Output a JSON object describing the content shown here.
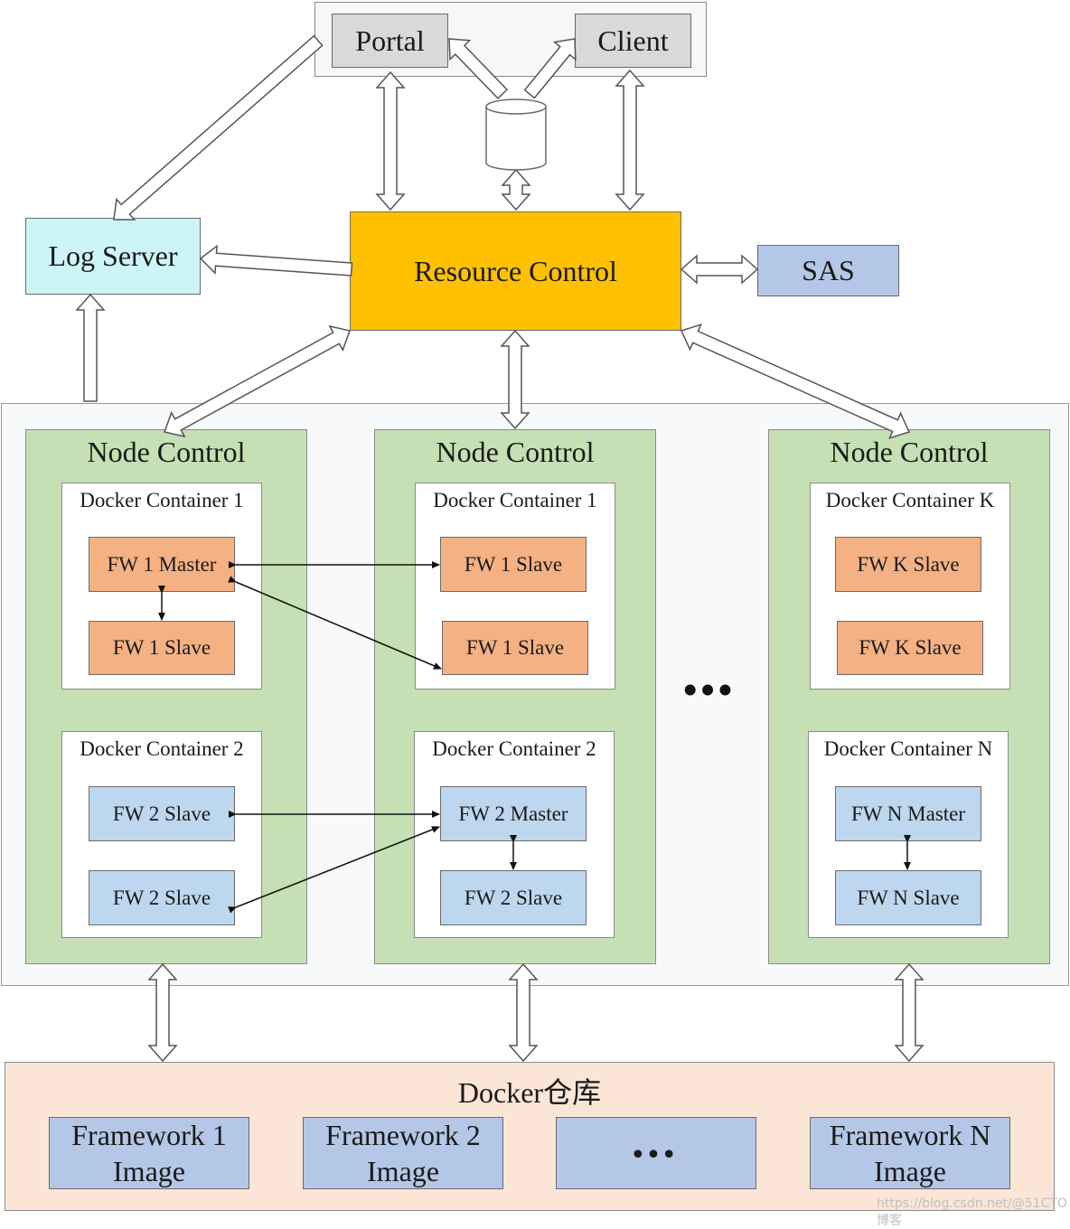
{
  "top": {
    "portal": "Portal",
    "client": "Client"
  },
  "log_server": "Log Server",
  "resource_control": "Resource Control",
  "sas": "SAS",
  "nodes": [
    {
      "title": "Node Control",
      "containers": [
        {
          "title": "Docker Container 1",
          "items": [
            "FW 1 Master",
            "FW 1 Slave"
          ]
        },
        {
          "title": "Docker Container 2",
          "items": [
            "FW 2 Slave",
            "FW 2 Slave"
          ]
        }
      ]
    },
    {
      "title": "Node Control",
      "containers": [
        {
          "title": "Docker Container 1",
          "items": [
            "FW 1 Slave",
            "FW 1 Slave"
          ]
        },
        {
          "title": "Docker Container 2",
          "items": [
            "FW 2 Master",
            "FW 2 Slave"
          ]
        }
      ]
    },
    {
      "title": "Node Control",
      "containers": [
        {
          "title": "Docker Container K",
          "items": [
            "FW K Slave",
            "FW K Slave"
          ]
        },
        {
          "title": "Docker Container N",
          "items": [
            "FW N Master",
            "FW N Slave"
          ]
        }
      ]
    }
  ],
  "ellipsis": "•••",
  "repo": {
    "title": "Docker仓库",
    "images": [
      {
        "line1": "Framework 1",
        "line2": "Image"
      },
      {
        "line1": "Framework 2",
        "line2": "Image"
      },
      {
        "line1": "•••",
        "line2": ""
      },
      {
        "line1": "Framework N",
        "line2": "Image"
      }
    ]
  },
  "watermark": "https://blog.csdn.net/@51CTO博客",
  "colors": {
    "resource_control": "#ffc000",
    "log_server": "#ccf5f7",
    "sas": "#b4c7e7",
    "node_control": "#c5e0b4",
    "master_slave_group1": "#f4b183",
    "master_slave_group2": "#bdd7ee",
    "docker_repo": "#fbe5d6",
    "image": "#b4c7e7",
    "top_boxes": "#d9d9d9"
  }
}
